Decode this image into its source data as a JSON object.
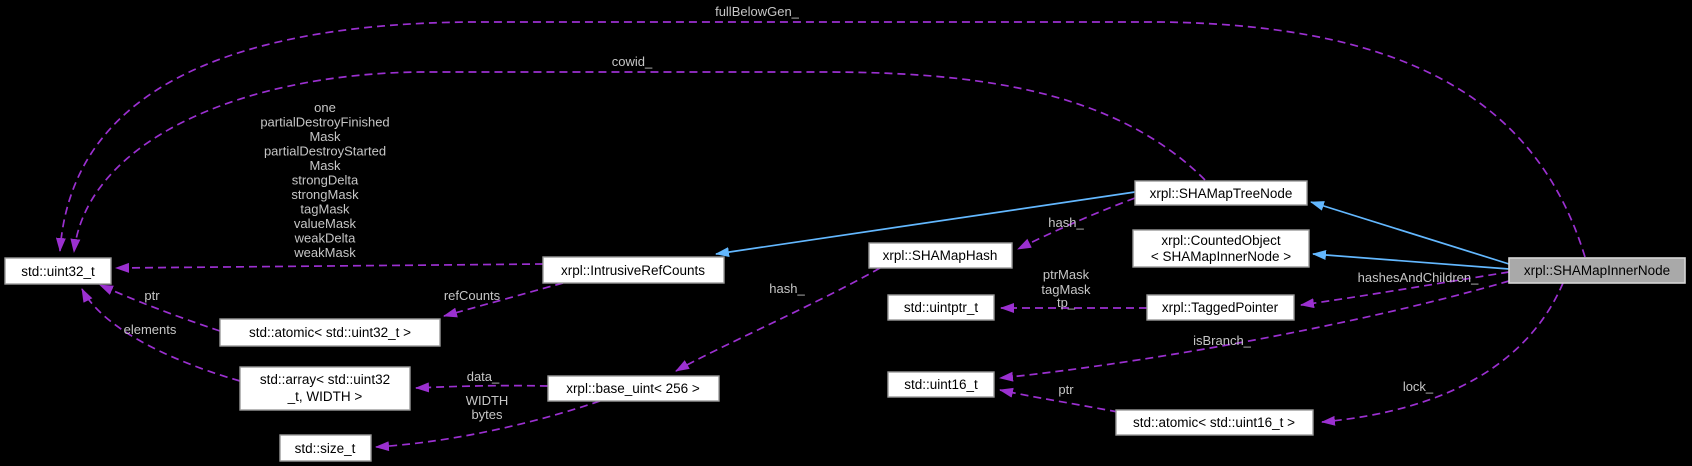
{
  "diagram": {
    "type": "collaboration-graph",
    "colors": {
      "background": "#000000",
      "node_fill": "#ffffff",
      "node_border": "#9a9a9a",
      "highlight_node_fill": "#a9a9a9",
      "usage_edge": "#9b30d0",
      "inheritance_edge": "#63b8ff",
      "edge_label_text": "#c6c6c6",
      "node_text": "#000000"
    },
    "nodes": {
      "uint32": {
        "label": "std::uint32_t"
      },
      "atomic_uint32": {
        "label": "std::atomic< std::uint32_t >"
      },
      "array": {
        "line1": "std::array< std::uint32",
        "line2": "_t, WIDTH >"
      },
      "size_t": {
        "label": "std::size_t"
      },
      "intrusive": {
        "label": "xrpl::IntrusiveRefCounts"
      },
      "base_uint": {
        "label": "xrpl::base_uint< 256 >"
      },
      "shamaphash": {
        "label": "xrpl::SHAMapHash"
      },
      "treenode": {
        "label": "xrpl::SHAMapTreeNode"
      },
      "countedobject": {
        "line1": "xrpl::CountedObject",
        "line2": "< SHAMapInnerNode >"
      },
      "uintptr": {
        "label": "std::uintptr_t"
      },
      "taggedpointer": {
        "label": "xrpl::TaggedPointer"
      },
      "uint16": {
        "label": "std::uint16_t"
      },
      "atomic_uint16": {
        "label": "std::atomic< std::uint16_t >"
      },
      "innernode": {
        "label": "xrpl::SHAMapInnerNode",
        "highlighted": true
      }
    },
    "edge_labels": {
      "fullBelowGen": "fullBelowGen_",
      "cowid": "cowid_",
      "mask_stack": [
        "one",
        "partialDestroyFinished",
        "Mask",
        "partialDestroyStarted",
        "Mask",
        "strongDelta",
        "strongMask",
        "tagMask",
        "valueMask",
        "weakDelta",
        "weakMask"
      ],
      "refCounts": "refCounts",
      "ptr_left": "ptr",
      "elements": "elements",
      "data": "data_",
      "width_bytes": [
        "WIDTH",
        "bytes"
      ],
      "hash_lower": "hash_",
      "hash_upper": "hash_",
      "ptrmask_stack": [
        "ptrMask",
        "tagMask",
        "tp_"
      ],
      "hashesAndChildren": "hashesAndChildren_",
      "isBranch": "isBranch_",
      "ptr_right": "ptr",
      "lock": "lock_"
    }
  }
}
